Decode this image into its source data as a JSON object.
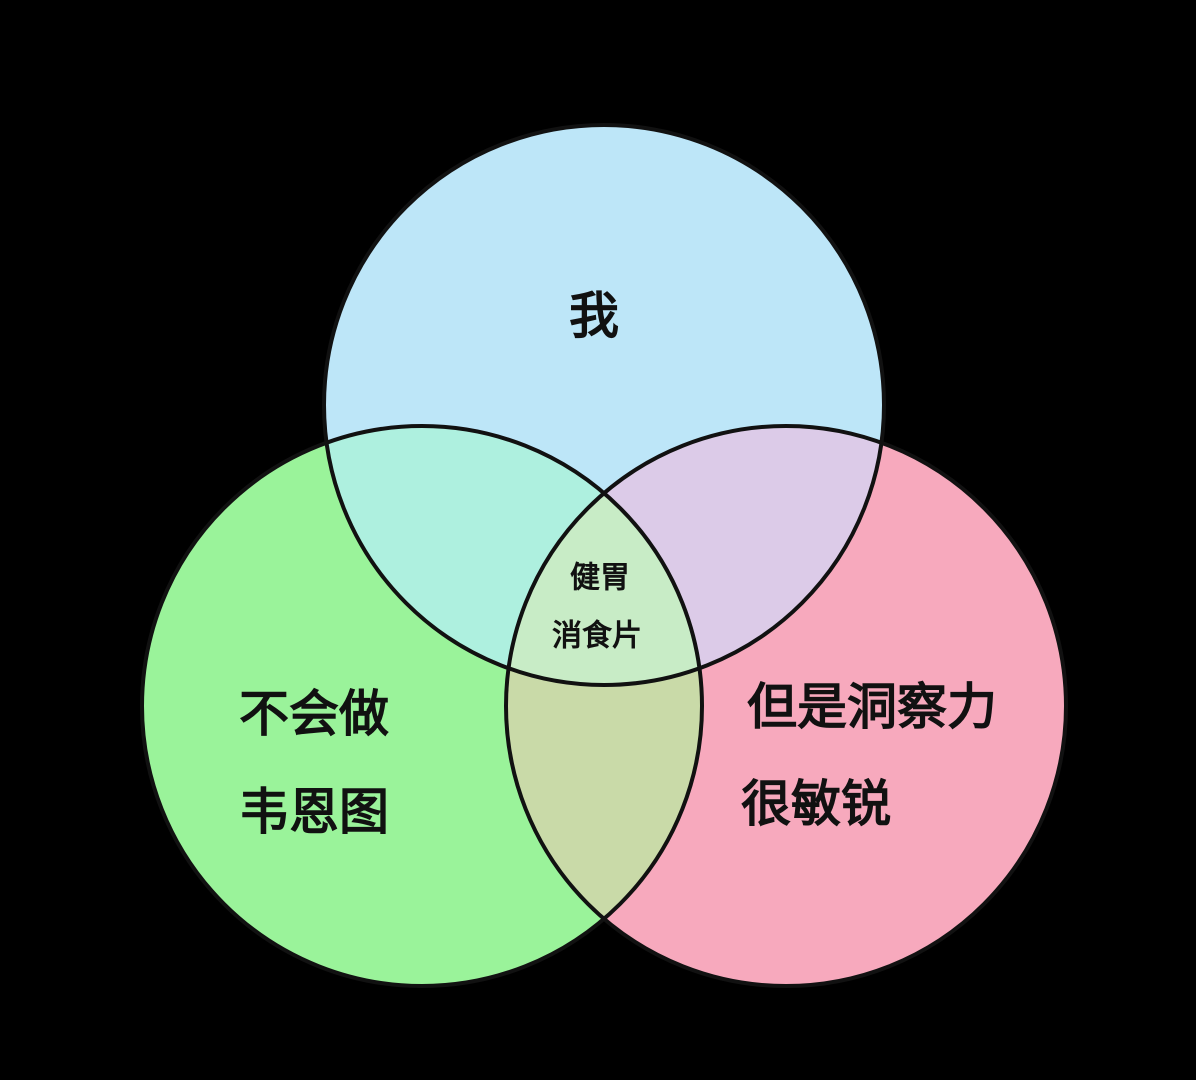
{
  "sets": [
    {
      "id": "top",
      "lines": [
        "我"
      ],
      "color": "#bde6f8"
    },
    {
      "id": "left",
      "lines": [
        "不会做",
        "韦恩图"
      ],
      "color": "#9af39a"
    },
    {
      "id": "right",
      "lines": [
        "但是洞察力",
        "很敏锐"
      ],
      "color": "#f7a9bd"
    }
  ],
  "overlaps": {
    "top_left": {
      "color": "#aef0df"
    },
    "top_right": {
      "color": "#dccbe8"
    },
    "left_right": {
      "color": "#c9daa8"
    },
    "center": {
      "lines": [
        "健胃",
        "消食片"
      ],
      "color": "#c8ecc6"
    }
  },
  "background": "#000000",
  "outline": "#111111"
}
